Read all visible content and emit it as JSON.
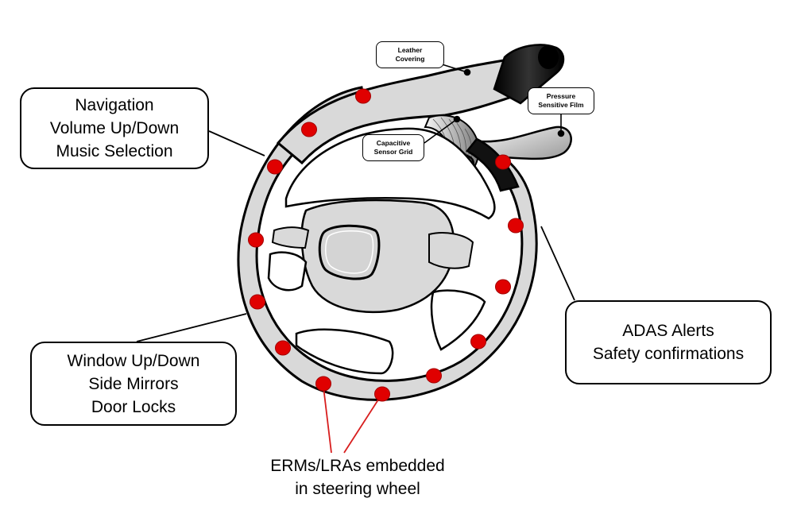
{
  "title": "Haptic steering wheel concept",
  "colors": {
    "wheel_fill": "#d9d9d9",
    "outline": "#000000",
    "actuator_red": "#e00000",
    "actuator_red_edge": "#a30000",
    "leather_dark": "#111111",
    "leader_red": "#d81e1e"
  },
  "callouts": {
    "navigation": {
      "lines": [
        "Navigation",
        "Volume Up/Down",
        "Music Selection"
      ]
    },
    "window": {
      "lines": [
        "Window Up/Down",
        "Side Mirrors",
        "Door Locks"
      ]
    },
    "adas": {
      "lines": [
        "ADAS Alerts",
        "Safety confirmations"
      ]
    }
  },
  "component_labels": {
    "leather": {
      "lines": [
        "Leather",
        "Covering"
      ]
    },
    "pressure": {
      "lines": [
        "Pressure",
        "Sensitive Film"
      ]
    },
    "capacitive": {
      "lines": [
        "Capacitive",
        "Sensor Grid"
      ]
    }
  },
  "actuator_label": {
    "lines": [
      "ERMs/LRAs embedded",
      "in steering wheel"
    ]
  },
  "actuator_count": 13
}
